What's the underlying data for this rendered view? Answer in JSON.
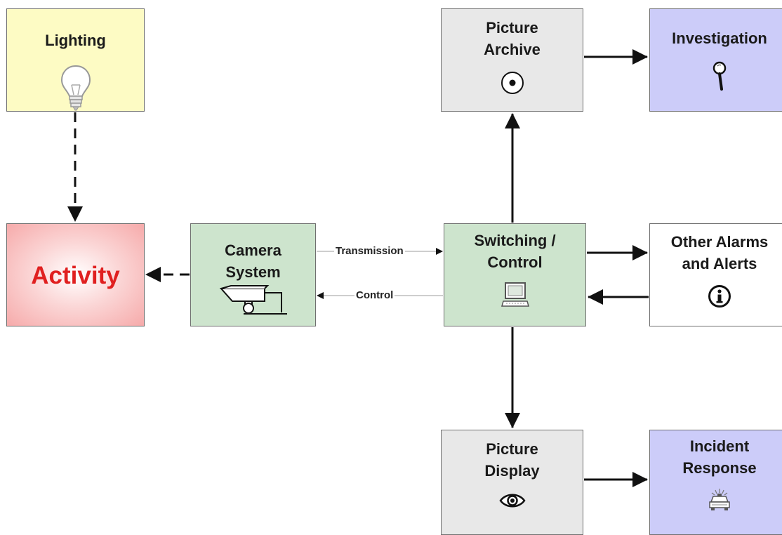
{
  "nodes": {
    "lighting": "Lighting",
    "activity": "Activity",
    "camera_line1": "Camera",
    "camera_line2": "System",
    "switching_line1": "Switching /",
    "switching_line2": "Control",
    "archive_line1": "Picture",
    "archive_line2": "Archive",
    "investigation": "Investigation",
    "alarms_line1": "Other Alarms",
    "alarms_line2": "and Alerts",
    "display_line1": "Picture",
    "display_line2": "Display",
    "incident_line1": "Incident",
    "incident_line2": "Response"
  },
  "edges": {
    "transmission": "Transmission",
    "control": "Control"
  },
  "icons": {
    "lighting": "lightbulb-icon",
    "camera": "security-camera-icon",
    "switching": "computer-terminal-icon",
    "archive": "disc-record-icon",
    "investigation": "magnifier-icon",
    "alarms": "info-icon",
    "display": "eye-icon",
    "incident": "police-car-icon"
  },
  "colors": {
    "lighting": "#fdfbc4",
    "activity_text": "#e02020",
    "camera_switching": "#cde4cd",
    "archive_display": "#e8e8e8",
    "investigation_incident": "#ccccf9"
  }
}
